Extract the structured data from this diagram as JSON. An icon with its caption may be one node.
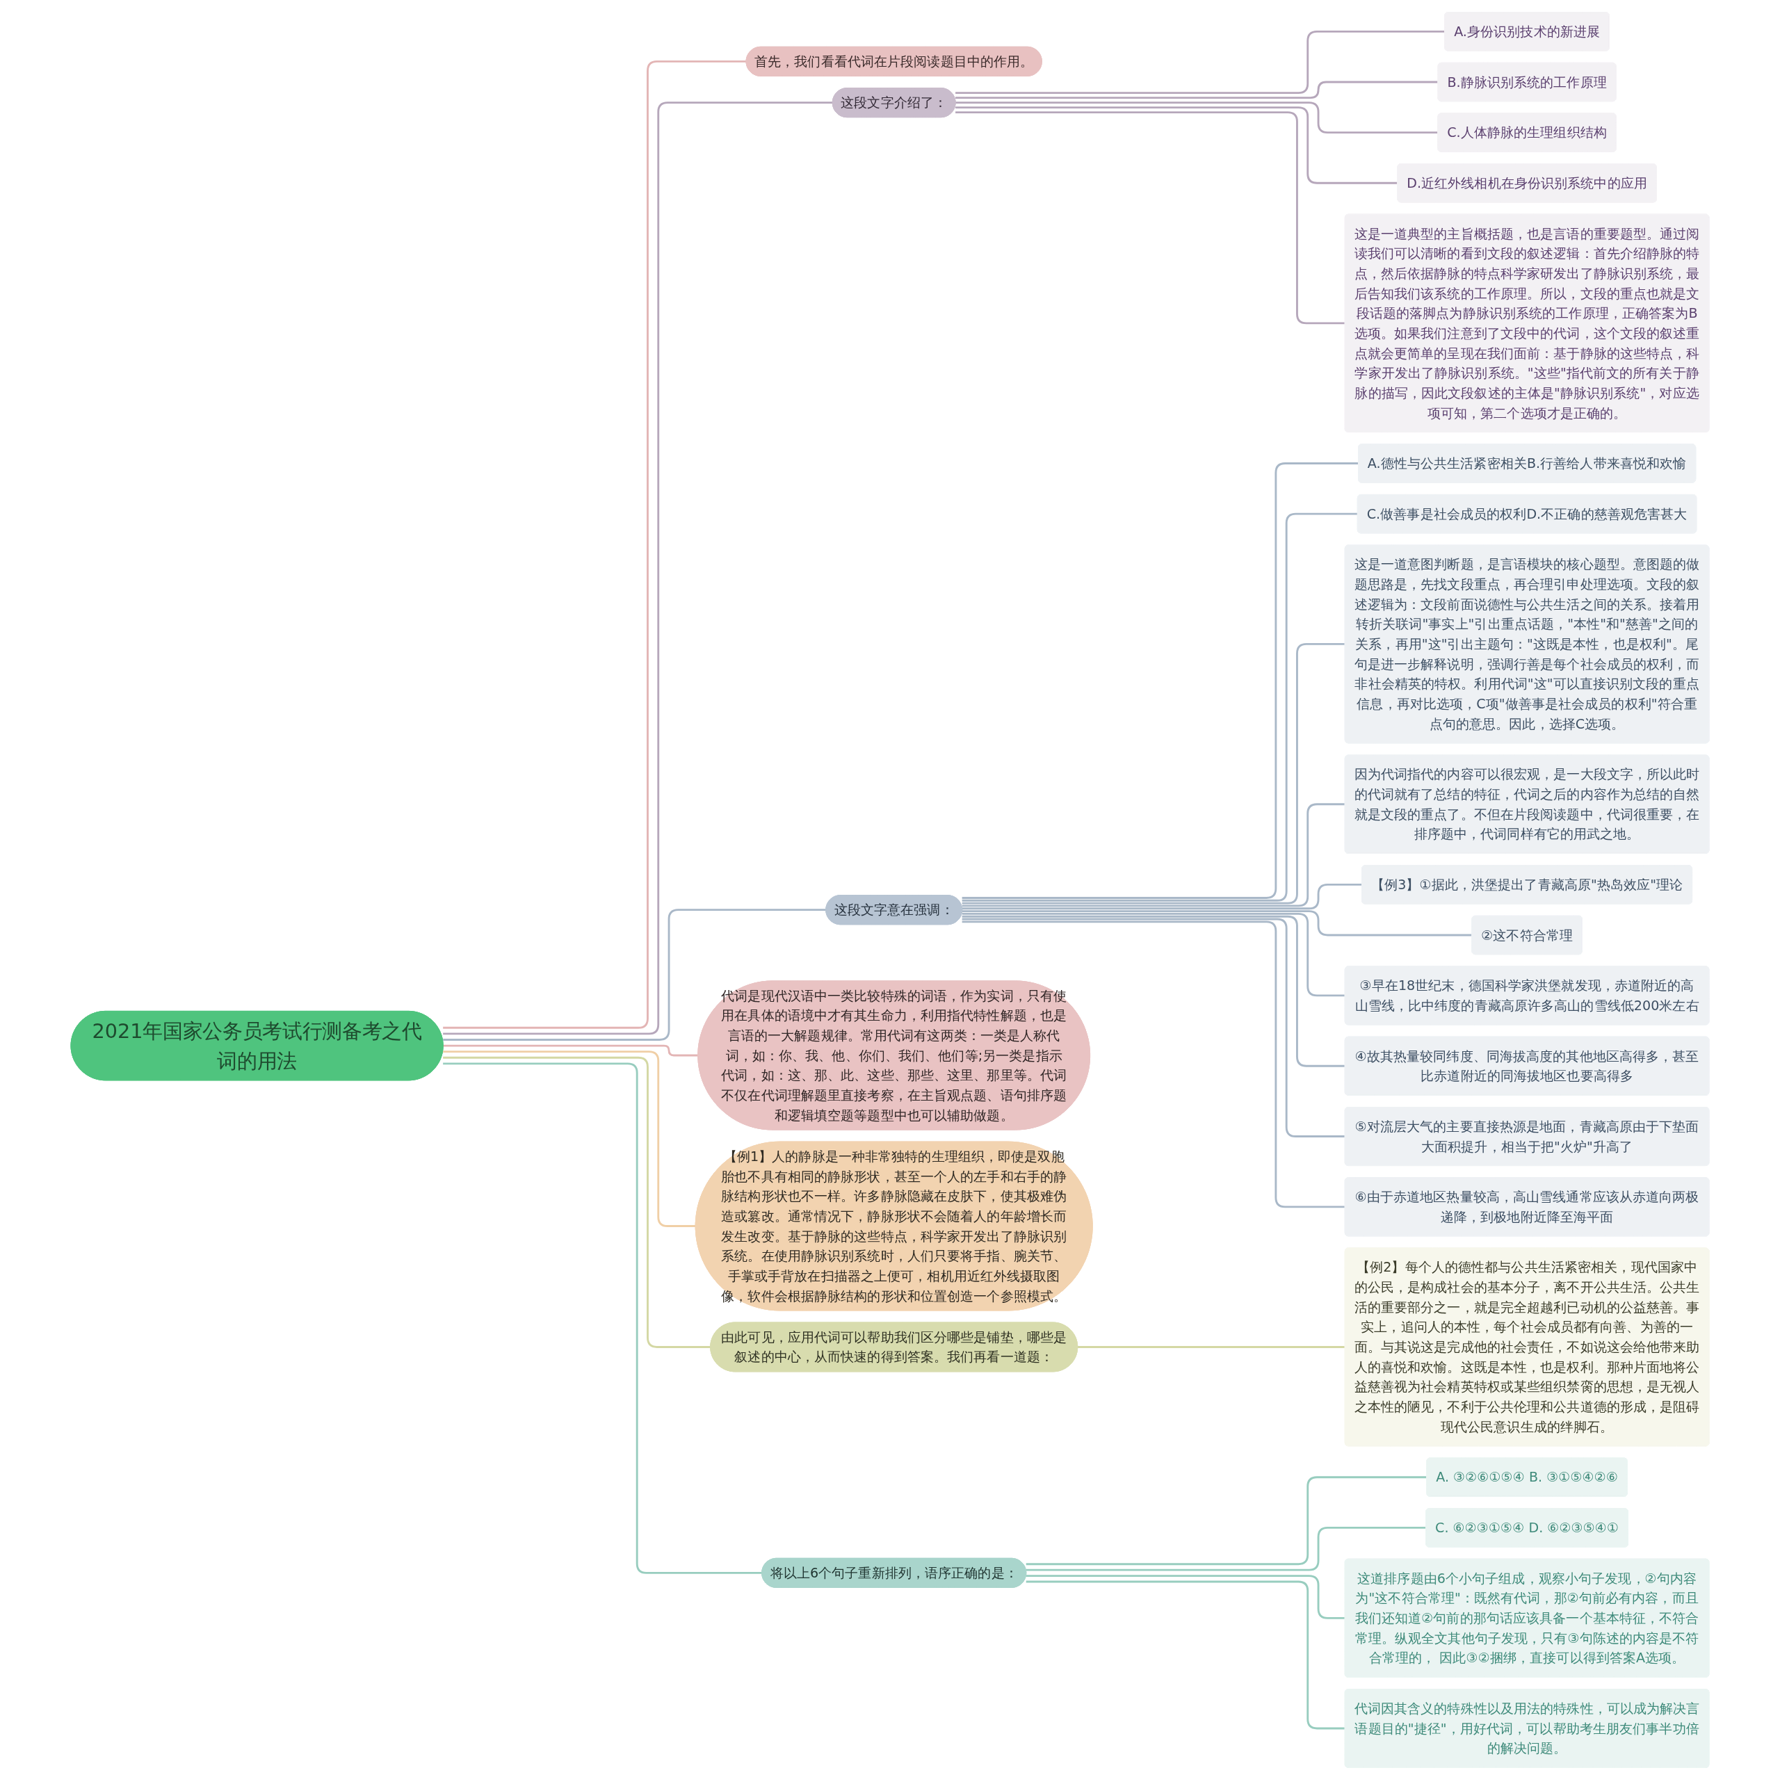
{
  "diagram": {
    "nodes": [
      {
        "text": [
          "2021年国家公务员考试行测备考之代词的用法"
        ]
      },
      {
        "text": [
          "首先，我们看看代词在片段阅读题目中的作用。"
        ]
      },
      {
        "text": [
          "这段文字介绍了："
        ]
      },
      {
        "text": [
          "A.身份识别技术的新进展"
        ]
      },
      {
        "text": [
          "B.静脉识别系统的工作原理"
        ]
      },
      {
        "text": [
          "C.人体静脉的生理组织结构"
        ]
      },
      {
        "text": [
          "D.近红外线相机在身份识别系统中的应用"
        ]
      },
      {
        "text": [
          "这是一道典型的主旨概括题，也是言语的重要题型。通过阅读我们可以清晰的看到文段的叙述逻辑：首先介绍静脉的特点，然后依据静脉的特点科学家研发出了静脉识别系统，最后告知我们该系统的工作原理。所以，文段的重点也就是文段话题的落脚点为静脉识别系统的工作原理，正确答案为B选项。如果我们注意到了文段中的代词，这个文段的叙述重点就会更简单的呈现在我们面前：基于静脉的这些特点，科学家开发出了静脉识别系统。\"这些\"指代前文的所有关于静脉的描写，因此文段叙述的主体是\"静脉识别系统\"，对应选项可知，第二个选项才是正确的。"
        ]
      },
      {
        "text": [
          "这段文字意在强调："
        ]
      },
      {
        "text": [
          "A.德性与公共生活紧密相关B.行善给人带来喜悦和欢愉"
        ]
      },
      {
        "text": [
          "C.做善事是社会成员的权利D.不正确的慈善观危害甚大"
        ]
      },
      {
        "text": [
          "这是一道意图判断题，是言语模块的核心题型。意图题的做题思路是，先找文段重点，再合理引申处理选项。文段的叙述逻辑为：文段前面说德性与公共生活之间的关系。接着用转折关联词\"事实上\"引出重点话题，\"本性\"和\"慈善\"之间的关系，再用\"这\"引出主题句：\"这既是本性，也是权利\"。尾句是进一步解释说明，强调行善是每个社会成员的权利，而非社会精英的特权。利用代词\"这\"可以直接识别文段的重点信息，再对比选项，C项\"做善事是社会成员的权利\"符合重点句的意思。因此，选择C选项。"
        ]
      },
      {
        "text": [
          "因为代词指代的内容可以很宏观，是一大段文字，所以此时的代词就有了总结的特征，代词之后的内容作为总结的自然就是文段的重点了。不但在片段阅读题中，代词很重要，在排序题中，代词同样有它的用武之地。"
        ]
      },
      {
        "text": [
          "【例3】①据此，洪堡提出了青藏高原\"热岛效应\"理论"
        ]
      },
      {
        "text": [
          "②这不符合常理"
        ]
      },
      {
        "text": [
          "③早在18世纪末，德国科学家洪堡就发现，赤道附近的高山雪线，比中纬度的青藏高原许多高山的雪线低200米左右"
        ]
      },
      {
        "text": [
          "④故其热量较同纬度、同海拔高度的其他地区高得多，甚至比赤道附近的同海拔地区也要高得多"
        ]
      },
      {
        "text": [
          "⑤对流层大气的主要直接热源是地面，青藏高原由于下垫面大面积提升，相当于把\"火炉\"升高了"
        ]
      },
      {
        "text": [
          "⑥由于赤道地区热量较高，高山雪线通常应该从赤道向两极递降，到极地附近降至海平面"
        ]
      },
      {
        "text": [
          "代词是现代汉语中一类比较特殊的词语，作为实词，只有使用在具体的语境中才有其生命力，利用指代特性解题，也是言语的一大解题规律。常用代词有这两类：一类是人称代词，如：你、我、他、你们、我们、他们等;另一类是指示代词，如：这、那、此、这些、那些、这里、那里等。代词不仅在代词理解题里直接考察，在主旨观点题、语句排序题和逻辑填空题等题型中也可以辅助做题。"
        ]
      },
      {
        "text": [
          "【例1】人的静脉是一种非常独特的生理组织，即使是双胞胎也不具有相同的静脉形状，甚至一个人的左手和右手的静脉结构形状也不一样。许多静脉隐藏在皮肤下，使其极难伪造或篡改。通常情况下，静脉形状不会随着人的年龄增长而发生改变。基于静脉的这些特点，科学家开发出了静脉识别系统。在使用静脉识别系统时，人们只要将手指、腕关节、手掌或手背放在扫描器之上便可，相机用近红外线摄取图像，软件会根据静脉结构的形状和位置创造一个参照模式。"
        ]
      },
      {
        "text": [
          "由此可见，应用代词可以帮助我们区分哪些是铺垫，哪些是叙述的中心，从而快速的得到答案。我们再看一道题："
        ]
      },
      {
        "text": [
          "【例2】每个人的德性都与公共生活紧密相关，现代国家中的公民，是构成社会的基本分子，离不开公共生活。公共生活的重要部分之一，就是完全超越利已动机的公益慈善。事实上，追问人的本性，每个社会成员都有向善、为善的一面。与其说这是完成他的社会责任，不如说这会给他带来助人的喜悦和欢愉。这既是本性，也是权利。那种片面地将公益慈善视为社会精英特权或某些组织禁脔的思想，是无视人之本性的陋见，不利于公共伦理和公共道德的形成，是阻碍现代公民意识生成的绊脚石。"
        ]
      },
      {
        "text": [
          "将以上6个句子重新排列，语序正确的是："
        ]
      },
      {
        "text": [
          "A. ③②⑥①⑤④ B. ③①⑤④②⑥"
        ]
      },
      {
        "text": [
          "C. ⑥②③①⑤④ D. ⑥②③⑤④①"
        ]
      },
      {
        "text": [
          "这道排序题由6个小句子组成，观察小句子发现，②句内容为\"这不符合常理\"：既然有代词，那②句前必有内容，而且我们还知道②句前的那句话应该具备一个基本特征，不符合常理。纵观全文其他句子发现，只有③句陈述的内容是不符合常理的， 因此③②捆绑，直接可以得到答案A选项。"
        ]
      },
      {
        "text": [
          "代词因其含义的特殊性以及用法的特殊性，可以成为解决言语题目的\"捷径\"，用好代词，可以帮助考生朋友们事半功倍的解决问题。"
        ]
      }
    ],
    "edges": [
      {
        "from": 0,
        "to": 1,
        "arrow": "none",
        "color": "#e3b5b5"
      },
      {
        "from": 0,
        "to": 2,
        "arrow": "none",
        "color": "#b6a7bb"
      },
      {
        "from": 2,
        "to": 3,
        "arrow": "none",
        "color": "#b6a7bb"
      },
      {
        "from": 2,
        "to": 4,
        "arrow": "none",
        "color": "#b6a7bb"
      },
      {
        "from": 2,
        "to": 5,
        "arrow": "none",
        "color": "#b6a7bb"
      },
      {
        "from": 2,
        "to": 6,
        "arrow": "none",
        "color": "#b6a7bb"
      },
      {
        "from": 2,
        "to": 7,
        "arrow": "none",
        "color": "#b6a7bb"
      },
      {
        "from": 0,
        "to": 8,
        "arrow": "none",
        "color": "#a9b8c8"
      },
      {
        "from": 8,
        "to": 9,
        "arrow": "none",
        "color": "#a9b8c8"
      },
      {
        "from": 8,
        "to": 10,
        "arrow": "none",
        "color": "#a9b8c8"
      },
      {
        "from": 8,
        "to": 11,
        "arrow": "none",
        "color": "#a9b8c8"
      },
      {
        "from": 8,
        "to": 12,
        "arrow": "none",
        "color": "#a9b8c8"
      },
      {
        "from": 8,
        "to": 13,
        "arrow": "none",
        "color": "#a9b8c8"
      },
      {
        "from": 8,
        "to": 14,
        "arrow": "none",
        "color": "#a9b8c8"
      },
      {
        "from": 8,
        "to": 15,
        "arrow": "none",
        "color": "#a9b8c8"
      },
      {
        "from": 8,
        "to": 16,
        "arrow": "none",
        "color": "#a9b8c8"
      },
      {
        "from": 8,
        "to": 17,
        "arrow": "none",
        "color": "#a9b8c8"
      },
      {
        "from": 8,
        "to": 18,
        "arrow": "none",
        "color": "#a9b8c8"
      },
      {
        "from": 0,
        "to": 19,
        "arrow": "none",
        "color": "#e3b5b5"
      },
      {
        "from": 0,
        "to": 20,
        "arrow": "none",
        "color": "#f0cfa6"
      },
      {
        "from": 0,
        "to": 21,
        "arrow": "none",
        "color": "#d4d8a4"
      },
      {
        "from": 21,
        "to": 22,
        "arrow": "none",
        "color": "#d4d8a4"
      },
      {
        "from": 0,
        "to": 23,
        "arrow": "none",
        "color": "#98cdbf"
      },
      {
        "from": 23,
        "to": 24,
        "arrow": "none",
        "color": "#98cdbf"
      },
      {
        "from": 23,
        "to": 25,
        "arrow": "none",
        "color": "#98cdbf"
      },
      {
        "from": 23,
        "to": 26,
        "arrow": "none",
        "color": "#98cdbf"
      },
      {
        "from": 23,
        "to": 27,
        "arrow": "none",
        "color": "#98cdbf"
      }
    ]
  }
}
